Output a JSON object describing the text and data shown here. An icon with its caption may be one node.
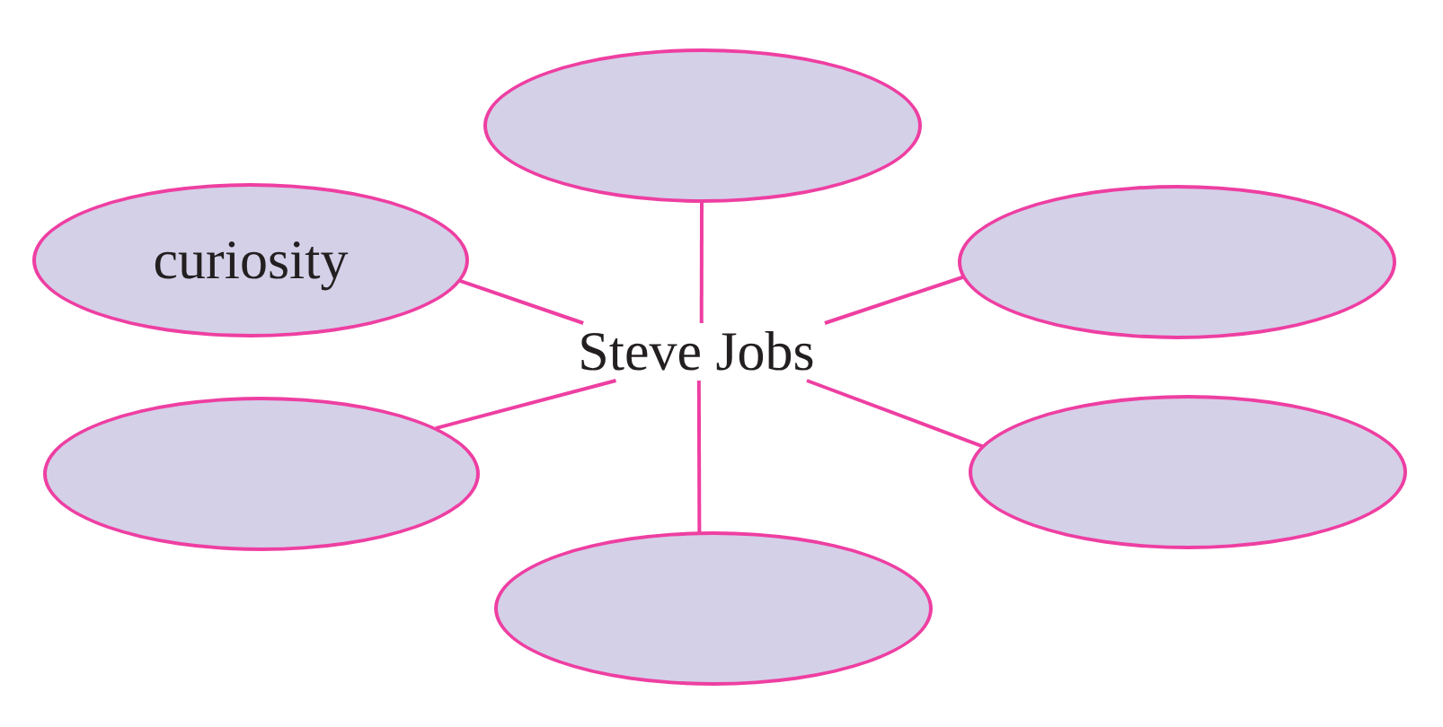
{
  "diagram": {
    "nodes": [
      {
        "text": [],
        "shape": "ellipse"
      },
      {
        "text": [
          "curiosity"
        ]
      },
      {
        "text": [],
        "shape": "ellipse"
      },
      {
        "text": [
          "Steve Jobs"
        ]
      },
      {
        "text": [],
        "shape": "ellipse"
      },
      {
        "text": [],
        "shape": "ellipse"
      },
      {
        "text": [],
        "shape": "ellipse"
      }
    ],
    "edges": [
      {
        "from": 3,
        "to": 0,
        "arrow": "none"
      },
      {
        "from": 3,
        "to": 1,
        "arrow": "none"
      },
      {
        "from": 3,
        "to": 2,
        "arrow": "none"
      },
      {
        "from": 3,
        "to": 4,
        "arrow": "none"
      },
      {
        "from": 3,
        "to": 5,
        "arrow": "none"
      },
      {
        "from": 3,
        "to": 6,
        "arrow": "none"
      }
    ]
  }
}
